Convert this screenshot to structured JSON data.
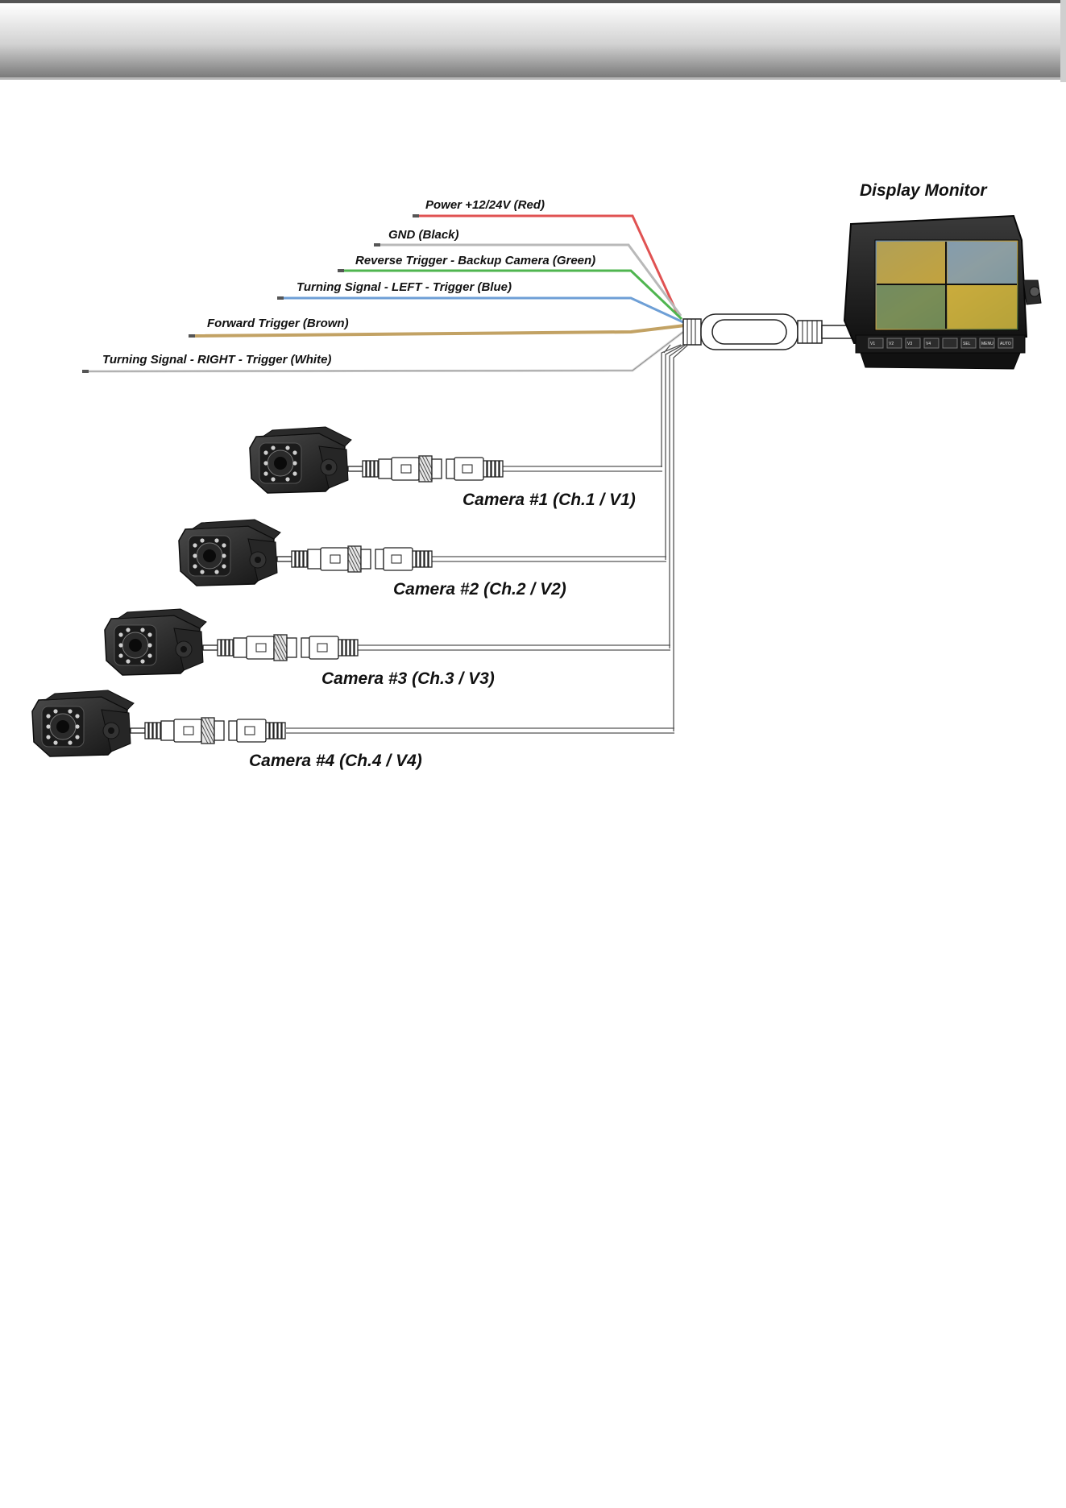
{
  "monitor": {
    "label": "Display Monitor",
    "buttons": [
      "V1",
      "V2",
      "V3",
      "V4",
      "",
      "SEL",
      "MENU",
      "AUTO"
    ]
  },
  "wires": [
    {
      "id": "power",
      "label": "Power +12/24V (Red)",
      "color": "#e05252"
    },
    {
      "id": "gnd",
      "label": "GND (Black)",
      "color": "#b9b9b9"
    },
    {
      "id": "reverse",
      "label": "Reverse Trigger - Backup Camera (Green)",
      "color": "#4fb54f"
    },
    {
      "id": "turn-left",
      "label": "Turning Signal - LEFT - Trigger (Blue)",
      "color": "#6e9fd6"
    },
    {
      "id": "forward",
      "label": "Forward Trigger (Brown)",
      "color": "#c2a264"
    },
    {
      "id": "turn-right",
      "label": "Turning Signal - RIGHT - Trigger (White)",
      "color": "#d8d8d8"
    }
  ],
  "cameras": [
    {
      "id": "camera-1",
      "label": "Camera #1 (Ch.1 / V1)"
    },
    {
      "id": "camera-2",
      "label": "Camera #2 (Ch.2 / V2)"
    },
    {
      "id": "camera-3",
      "label": "Camera #3 (Ch.3 / V3)"
    },
    {
      "id": "camera-4",
      "label": "Camera #4 (Ch.4 / V4)"
    }
  ]
}
